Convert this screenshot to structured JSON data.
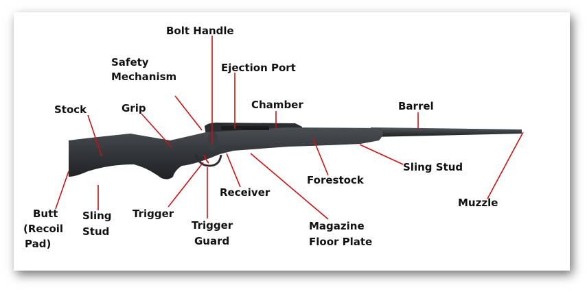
{
  "labels": {
    "bolt_handle": "Bolt Handle",
    "safety_1": "Safety",
    "safety_2": "Mechanism",
    "ejection_port": "Ejection Port",
    "stock": "Stock",
    "grip": "Grip",
    "chamber": "Chamber",
    "barrel": "Barrel",
    "sling_stud_front": "Sling Stud",
    "forestock": "Forestock",
    "receiver": "Receiver",
    "muzzle": "Muzzle",
    "butt_1": "Butt",
    "butt_2": "(Recoil",
    "butt_3": "Pad)",
    "sling_rear_1": "Sling",
    "sling_rear_2": "Stud",
    "trigger": "Trigger",
    "trigger_guard_1": "Trigger",
    "trigger_guard_2": "Guard",
    "magazine_1": "Magazine",
    "magazine_2": "Floor Plate"
  },
  "colors": {
    "leader_line": "#cc1111",
    "rifle_body": "#2f3236",
    "label_text": "#111111"
  }
}
